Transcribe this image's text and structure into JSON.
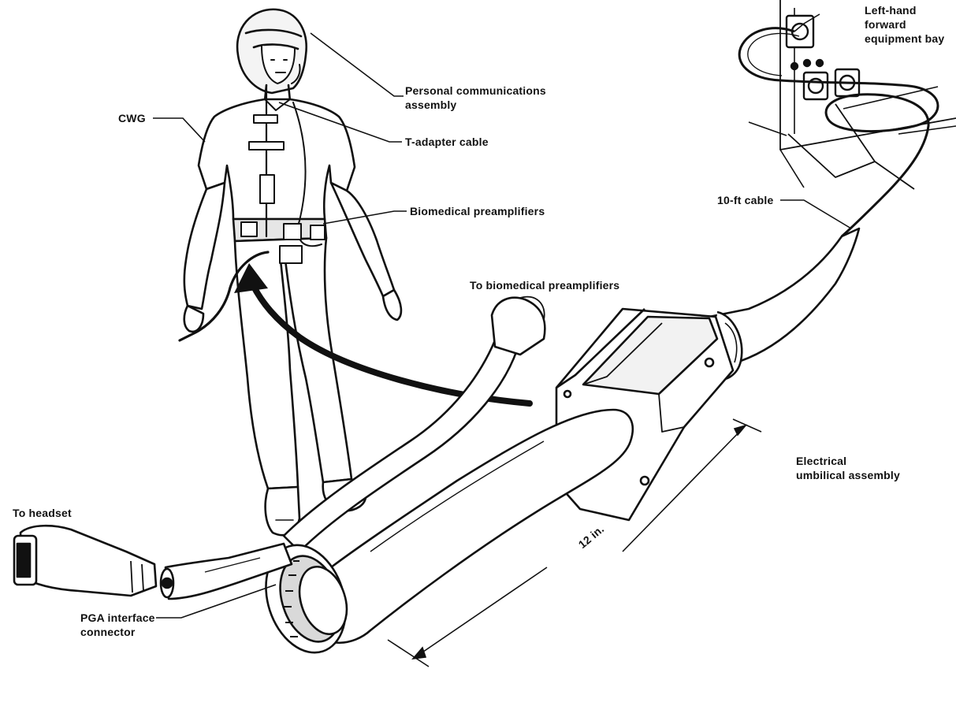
{
  "labels": {
    "personal_comm": "Personal communications\nassembly",
    "cwg": "CWG",
    "t_adapter": "T-adapter cable",
    "biomed_preamps": "Biomedical preamplifiers",
    "to_biomed": "To biomedical preamplifiers",
    "lh_bay": "Left-hand\nforward\nequipment bay",
    "cable_10ft": "10-ft cable",
    "eua": "Electrical\numbilical assembly",
    "to_headset": "To headset",
    "pga": "PGA interface\nconnector",
    "dim_12in": "12 in."
  },
  "colors": {
    "ink": "#111111",
    "paper": "#ffffff",
    "shade": "#d9d9d9"
  }
}
